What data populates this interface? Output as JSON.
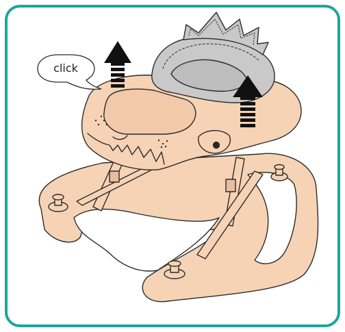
{
  "illustration": {
    "callout_label": "click",
    "border_color": "#1aa79a",
    "body_color": "#f6d3b5",
    "seat_color": "#c9c9c9",
    "outline_color": "#2a2a2a",
    "arrow_color": "#111111",
    "arrow_count": 2,
    "arrow_direction": "up"
  }
}
